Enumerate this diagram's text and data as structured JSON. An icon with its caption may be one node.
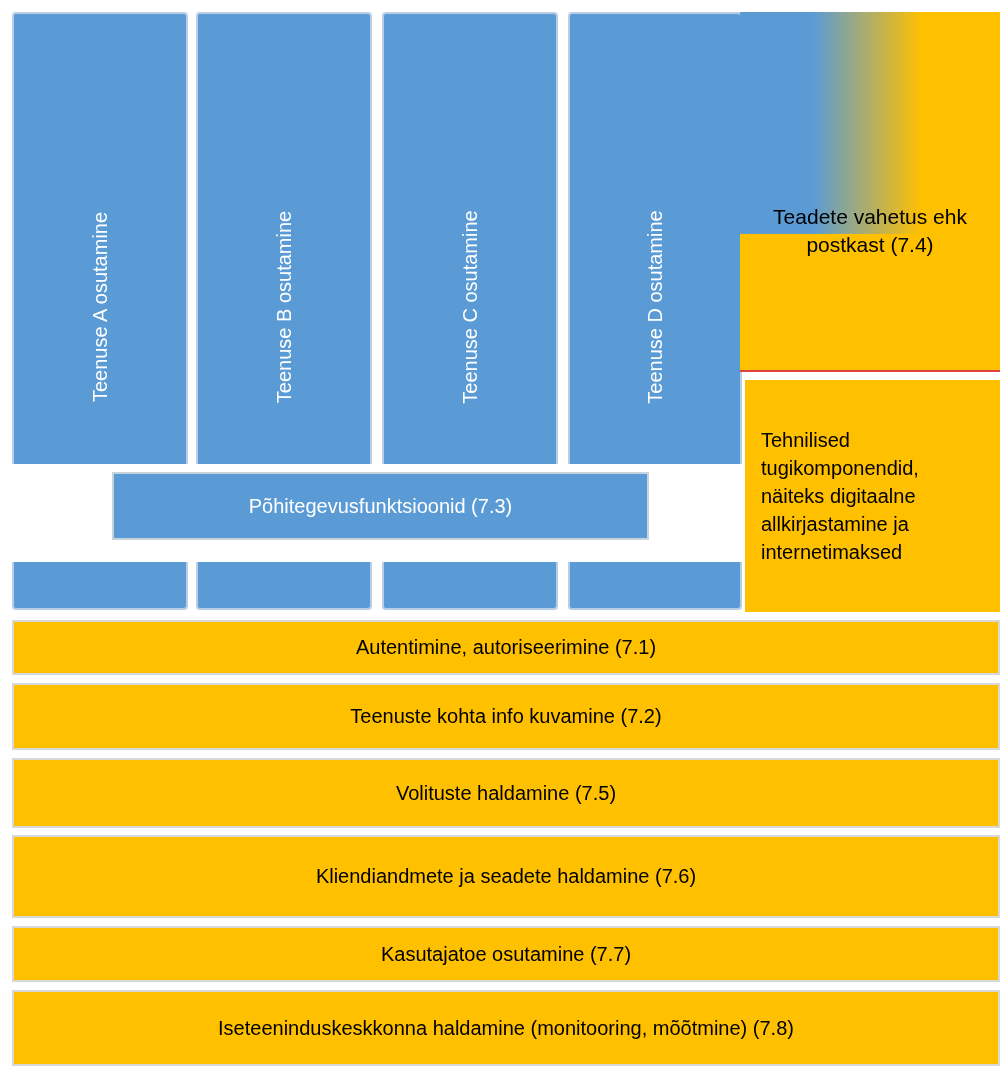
{
  "diagram": {
    "nodes": [
      {
        "text": [
          "Teenuse A osutamine"
        ]
      },
      {
        "text": [
          "Teenuse B osutamine"
        ]
      },
      {
        "text": [
          "Teenuse C osutamine"
        ]
      },
      {
        "text": [
          "Teenuse D osutamine"
        ]
      },
      {
        "text": [
          "Põhitegevusfunktsioonid (7.3)"
        ]
      },
      {
        "text": [],
        "shape": "box"
      },
      {
        "text": [],
        "shape": "box"
      },
      {
        "text": [],
        "shape": "box"
      },
      {
        "text": [],
        "shape": "box"
      },
      {
        "text": [
          "Teadete vahetus ehk postkast (7.4)"
        ]
      },
      {
        "text": [
          "Tehnilised tugikomponendid, näiteks digitaalne allkirjastamine ja internetimaksed"
        ]
      },
      {
        "text": [
          "Autentimine, autoriseerimine (7.1)"
        ]
      },
      {
        "text": [
          "Teenuste kohta info kuvamine (7.2)"
        ]
      },
      {
        "text": [
          "Volituste haldamine (7.5)"
        ]
      },
      {
        "text": [
          "Kliendiandmete ja seadete haldamine (7.6)"
        ]
      },
      {
        "text": [
          "Kasutajatoe osutamine (7.7)"
        ]
      },
      {
        "text": [
          "Iseteeninduskeskkonna haldamine (monitooring, mõõtmine) (7.8)"
        ]
      }
    ]
  }
}
